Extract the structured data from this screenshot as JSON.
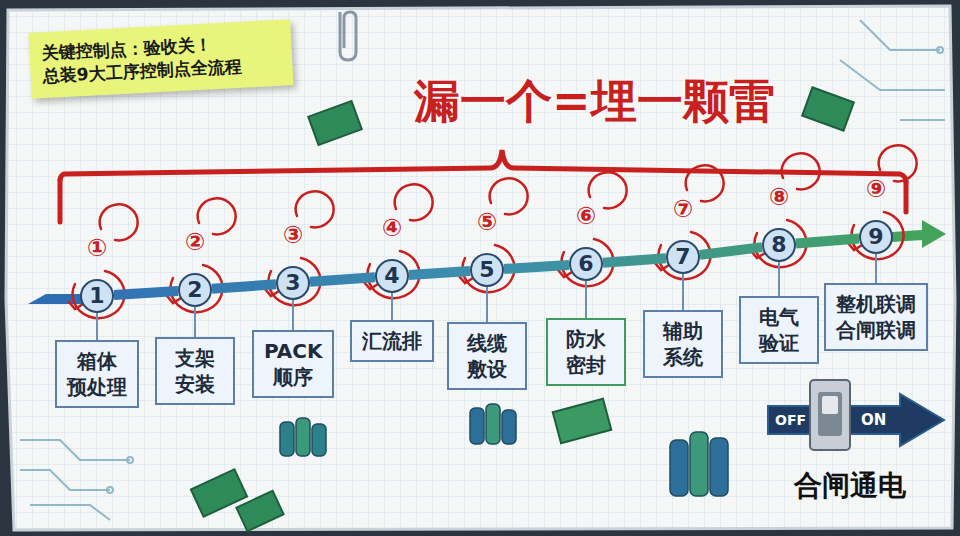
{
  "diagram": {
    "title": "漏一个=埋一颗雷",
    "nodes": [
      {
        "text": [
          "关键控制点：验收关！",
          "总装9大工序控制点全流程"
        ]
      },
      {
        "text": [
          "1"
        ]
      },
      {
        "text": [
          "2"
        ]
      },
      {
        "text": [
          "3"
        ]
      },
      {
        "text": [
          "4"
        ]
      },
      {
        "text": [
          "5"
        ]
      },
      {
        "text": [
          "6"
        ]
      },
      {
        "text": [
          "7"
        ]
      },
      {
        "text": [
          "8"
        ]
      },
      {
        "text": [
          "9"
        ]
      },
      {
        "text": [
          "箱体 预处理"
        ]
      },
      {
        "text": [
          "支架 安装"
        ]
      },
      {
        "text": [
          "PACK 顺序"
        ]
      },
      {
        "text": [
          "汇流排"
        ]
      },
      {
        "text": [
          "线缆 敷设"
        ]
      },
      {
        "text": [
          "防水 密封"
        ]
      },
      {
        "text": [
          "辅助 系统"
        ]
      },
      {
        "text": [
          "电气 验证"
        ]
      },
      {
        "text": [
          "整机联调 合闸联调"
        ]
      }
    ],
    "edges": [
      {
        "from": 1,
        "to": 2,
        "arrow": "none"
      },
      {
        "from": 2,
        "to": 3,
        "arrow": "none"
      },
      {
        "from": 3,
        "to": 4,
        "arrow": "none"
      },
      {
        "from": 4,
        "to": 5,
        "arrow": "none"
      },
      {
        "from": 5,
        "to": 6,
        "arrow": "none"
      },
      {
        "from": 6,
        "to": 7,
        "arrow": "none"
      },
      {
        "from": 7,
        "to": 8,
        "arrow": "none"
      },
      {
        "from": 8,
        "to": 9,
        "arrow": "none"
      },
      {
        "from": 1,
        "to": 10,
        "arrow": "none"
      },
      {
        "from": 2,
        "to": 11,
        "arrow": "none"
      },
      {
        "from": 3,
        "to": 12,
        "arrow": "none"
      },
      {
        "from": 4,
        "to": 13,
        "arrow": "none"
      },
      {
        "from": 5,
        "to": 14,
        "arrow": "none"
      },
      {
        "from": 6,
        "to": 15,
        "arrow": "none"
      },
      {
        "from": 7,
        "to": 16,
        "arrow": "none"
      },
      {
        "from": 8,
        "to": 17,
        "arrow": "none"
      },
      {
        "from": 9,
        "to": 18,
        "arrow": "none"
      }
    ],
    "labels": [
      "①",
      "②",
      "③",
      "④",
      "⑤",
      "⑥",
      "⑦",
      "⑧",
      "⑨",
      "OFF",
      "ON",
      "合闸通电"
    ]
  }
}
